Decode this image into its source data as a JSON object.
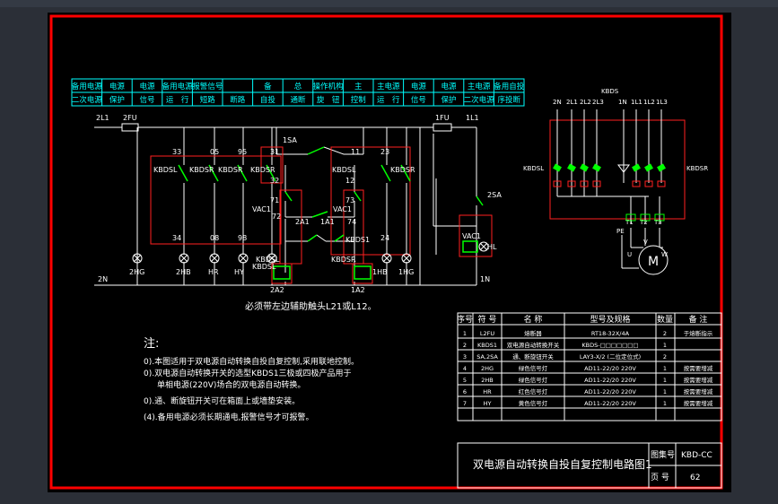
{
  "colors": {
    "frame": "#ff0000",
    "line": "#ffffff",
    "cyan": "#00ffff",
    "green": "#00ff00",
    "yellow": "#ffff00",
    "red": "#ff2020"
  },
  "header": [
    [
      "备用电源",
      "二次电源"
    ],
    [
      "电源",
      "保护"
    ],
    [
      "电源",
      "信号"
    ],
    [
      "备用电源",
      "运　行"
    ],
    [
      "报警信号",
      "短路"
    ],
    [
      "",
      "断路"
    ],
    [
      "备",
      "自投"
    ],
    [
      "总",
      "通断"
    ],
    [
      "操作机构",
      "旋　钮"
    ],
    [
      "主",
      "控制"
    ],
    [
      "主电源",
      "运　行"
    ],
    [
      "电源",
      "信号"
    ],
    [
      "电源",
      "保护"
    ],
    [
      "主电源",
      "二次电源"
    ],
    [
      "备用自投",
      "序投断"
    ]
  ],
  "labels": {
    "l2l1": "2L1",
    "f2fu": "2FU",
    "f1fu": "1FU",
    "l1l1": "1L1",
    "n2": "2N",
    "n1": "1N",
    "c33": "33",
    "c05": "05",
    "c95": "95",
    "c31": "31",
    "c11": "11",
    "c23": "23",
    "sw1sa": "1SA",
    "sw2sa": "2SA",
    "kb1": "KBDSL",
    "kb2": "KBDSR",
    "kb3": "KBDSR",
    "kb4": "KBDSR",
    "kb5": "KBDSL",
    "kb6": "KBDSR",
    "c32": "32",
    "c71": "71",
    "c72": "72",
    "c12": "12",
    "c73": "73",
    "c74": "74",
    "vac_l": "VAC1",
    "vac_r": "VAC1",
    "vac_s": "VAC1",
    "c2a1": "2A1",
    "c1a1": "1A1",
    "kbdsl_mid": "KBDSL",
    "kbds1": "KBDS1",
    "c34": "34",
    "c08": "08",
    "c98": "98",
    "c24": "24",
    "lamp_2hg": "2HG",
    "lamp_2hb": "2HB",
    "lamp_hr": "HR",
    "lamp_hy": "HY",
    "lamp_1hb": "1HB",
    "lamp_1hg": "1HG",
    "lamp_hl": "HL",
    "coil_l": "KBDSL",
    "coil_r": "KBDSR",
    "c2a2": "2A2",
    "c1a2": "1A2",
    "motor_title": "KBDS",
    "motor_kbdsl": "KBDSL",
    "motor_kbdsr": "KBDSR",
    "m_top": [
      "2N",
      "2L1",
      "2L2",
      "2L3",
      "1N",
      "1L1",
      "1L2",
      "1L3"
    ],
    "m_t": [
      "T1",
      "T2",
      "T3"
    ],
    "m_pe": "PE",
    "m_u": "U",
    "m_v": "V",
    "m_w": "W",
    "m_m": "M",
    "caption": "必须带左边辅助触头L21或L12。"
  },
  "notes": {
    "title": "注:",
    "items": [
      "0).本图适用于双电源自动转换自投自复控制,采用联地控制。",
      "0).双电源自动转换开关的选型KBDS1三极或四极产品用于",
      "单相电源(220V)场合的双电源自动转换。",
      "0).通、断旋钮开关可在箱面上或墙垫安装。",
      "(4).备用电源必须长期通电,报警信号才可报警。"
    ]
  },
  "bom": {
    "headers": [
      "序号",
      "符 号",
      "名 称",
      "型号及规格",
      "数量",
      "备 注"
    ],
    "rows": [
      [
        "1",
        "L2FU",
        "熔断器",
        "RT18-32X/4A",
        "2",
        "于熔断指示"
      ],
      [
        "2",
        "KBDS1",
        "双电源自动转换开关",
        "KBDS-□□□□□□□",
        "1",
        ""
      ],
      [
        "3",
        "SA,2SA",
        "通、断旋钮开关",
        "LAY3-X/2 (二位定位式)",
        "2",
        ""
      ],
      [
        "4",
        "2HG",
        "绿色信号灯",
        "AD11-22/20 220V",
        "1",
        "按需要增减"
      ],
      [
        "5",
        "2HB",
        "绿色信号灯",
        "AD11-22/20 220V",
        "1",
        "按需要增减"
      ],
      [
        "6",
        "HR",
        "红色信号灯",
        "AD11-22/20 220V",
        "1",
        "按需要增减"
      ],
      [
        "7",
        "HY",
        "黄色信号灯",
        "AD11-22/20 220V",
        "1",
        "按需要增减"
      ]
    ]
  },
  "title_block": {
    "title": "双电源自动转换自投自复控制电路图1",
    "label_code": "图集号",
    "code": "KBD-CC",
    "label_page": "页 号",
    "page": "62"
  }
}
